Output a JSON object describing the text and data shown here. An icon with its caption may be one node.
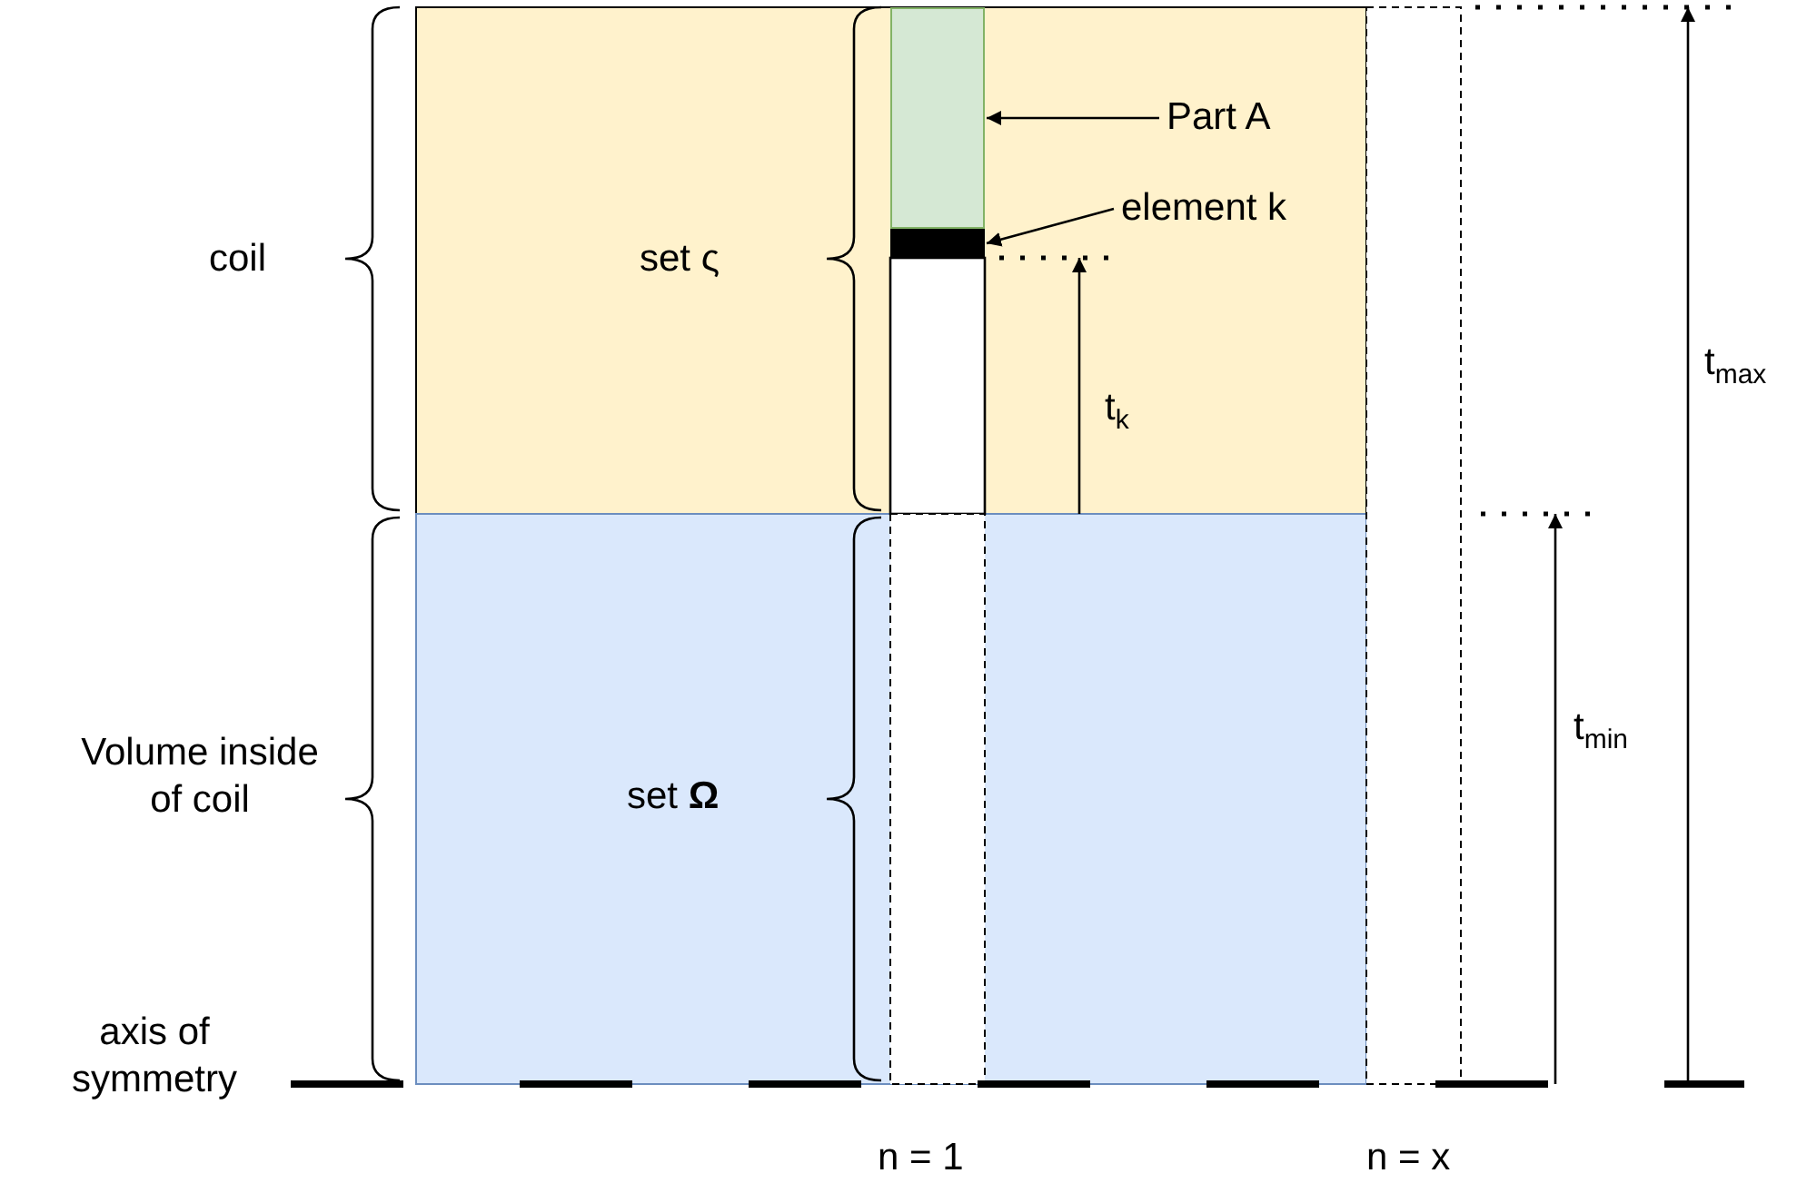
{
  "diagram": {
    "nodes": [
      {
        "text": [
          "Part A"
        ]
      },
      {
        "text": [],
        "shape": "box"
      },
      {
        "text": [
          "element k"
        ]
      },
      {
        "text": [],
        "shape": "bar"
      }
    ],
    "edges": [
      {
        "from": 0,
        "to": 1,
        "arrow": "to"
      },
      {
        "from": 2,
        "to": 3,
        "arrow": "to"
      }
    ],
    "labels": [
      "coil",
      "set ς",
      "t$_{max}$",
      "t$_{k}$",
      "Volume inside of coil",
      "set **Ω**",
      "t$_{min}$",
      "axis of symmetry",
      "n = 1",
      "n = x"
    ]
  }
}
